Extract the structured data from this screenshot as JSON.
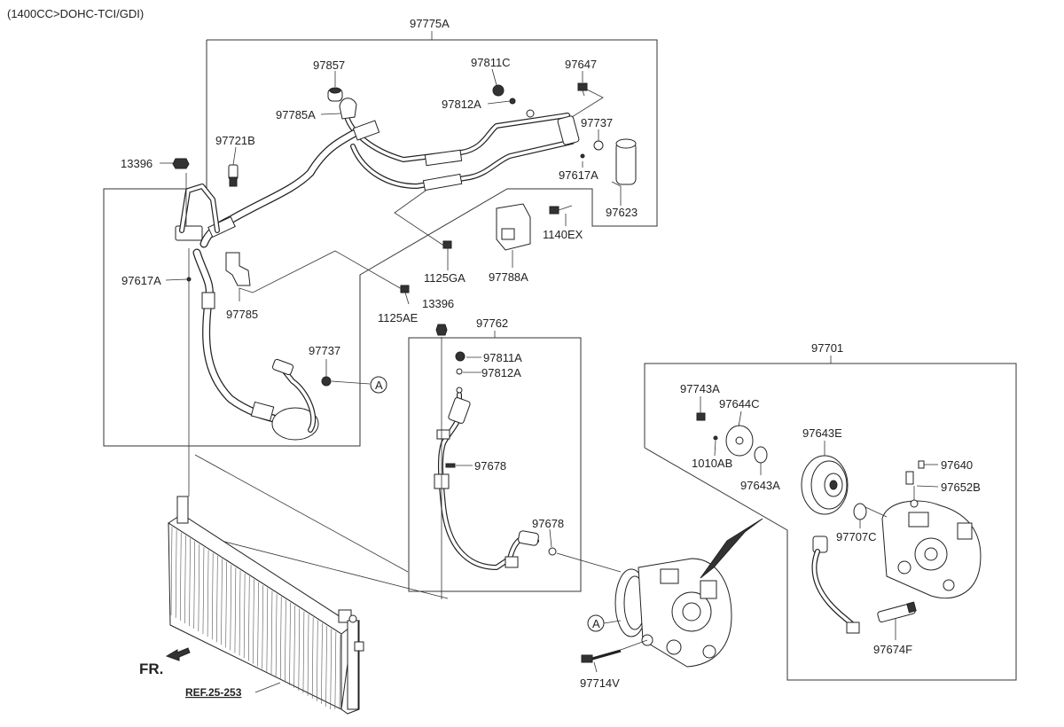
{
  "header": {
    "engine": "(1400CC>DOHC-TCI/GDI)"
  },
  "labels": {
    "p97775A": "97775A",
    "p97857": "97857",
    "p97811C": "97811C",
    "p97647": "97647",
    "p97785A": "97785A",
    "p97812A_top": "97812A",
    "p97737_top": "97737",
    "p97721B": "97721B",
    "p13396_top": "13396",
    "p97617A_right": "97617A",
    "p97623": "97623",
    "p1140EX": "1140EX",
    "p1125GA": "1125GA",
    "p97788A": "97788A",
    "p97617A_left": "97617A",
    "p97785": "97785",
    "p1125AE": "1125AE",
    "p13396_mid": "13396",
    "p97762": "97762",
    "p97737_mid": "97737",
    "p97811A": "97811A",
    "p97812A_mid": "97812A",
    "p97678_a": "97678",
    "p97678_b": "97678",
    "p97701": "97701",
    "p97743A": "97743A",
    "p97644C": "97644C",
    "p97643E": "97643E",
    "p1010AB": "1010AB",
    "p97643A": "97643A",
    "p97640": "97640",
    "p97652B": "97652B",
    "p97707C": "97707C",
    "p97674F": "97674F",
    "p97714V": "97714V",
    "callout_a1": "A",
    "callout_a2": "A",
    "fr": "FR.",
    "ref": "REF.25-253"
  },
  "icons": [
    "fr-arrow-icon",
    "callout-a-icon",
    "compressor-icon",
    "condenser-icon",
    "receiver-drier-icon",
    "bolt-icon",
    "nut-icon",
    "o-ring-icon",
    "pulley-icon",
    "sensor-icon",
    "bracket-icon"
  ]
}
